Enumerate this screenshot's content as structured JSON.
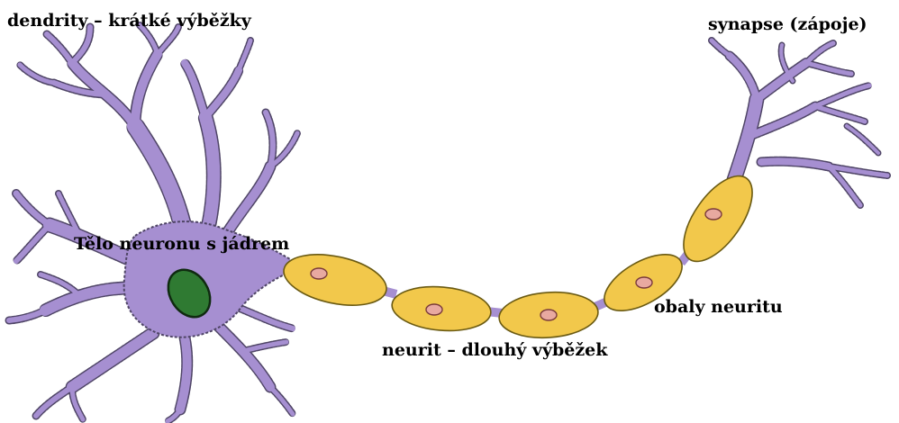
{
  "labels": {
    "dendrites": "dendrity – krátké výběžky",
    "synapses": "synapse (zápoje)",
    "cell_body": "Tělo neuronu s jádrem",
    "sheaths": "obaly neuritu",
    "neurite": "neurit – dlouhý výběžek"
  },
  "colors": {
    "neuron": "#a68fd1",
    "outline": "#4f4566",
    "nucleus": "#2f7a32",
    "sheath": "#f2c84b",
    "sheath_nucleus": "#e8a9a0"
  }
}
